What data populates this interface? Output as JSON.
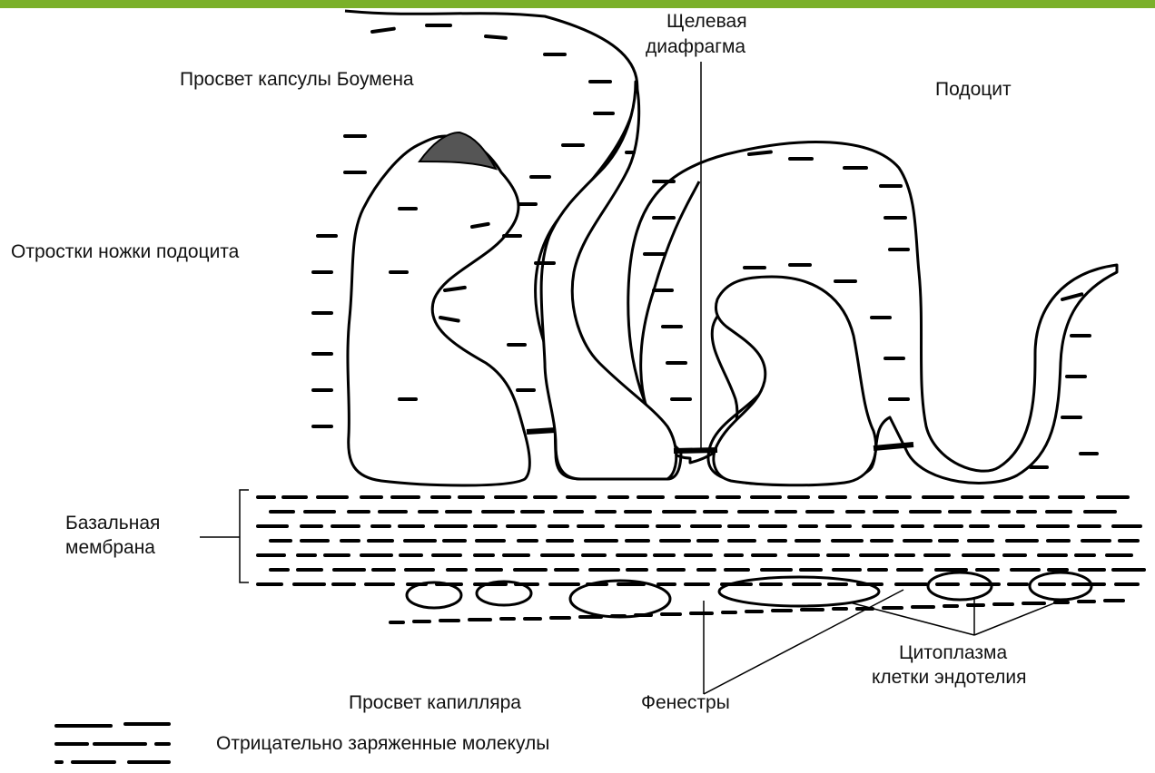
{
  "colors": {
    "top_bar": "#7bb02a",
    "ink": "#000000",
    "background": "#ffffff"
  },
  "labels": {
    "bowman_lumen": "Просвет капсулы Боумена",
    "slit_diaphragm_line1": "Щелевая",
    "slit_diaphragm_line2": "диафрагма",
    "podocyte": "Подоцит",
    "foot_processes": "Отростки ножки подоцита",
    "basement_membrane_line1": "Базальная",
    "basement_membrane_line2": "мембрана",
    "endothelial_cytoplasm_line1": "Цитоплазма",
    "endothelial_cytoplasm_line2": "клетки эндотелия",
    "capillary_lumen": "Просвет капилляра",
    "fenestrae": "Фенестры",
    "legend_negative_molecules": "Отрицательно заряженные молекулы"
  }
}
